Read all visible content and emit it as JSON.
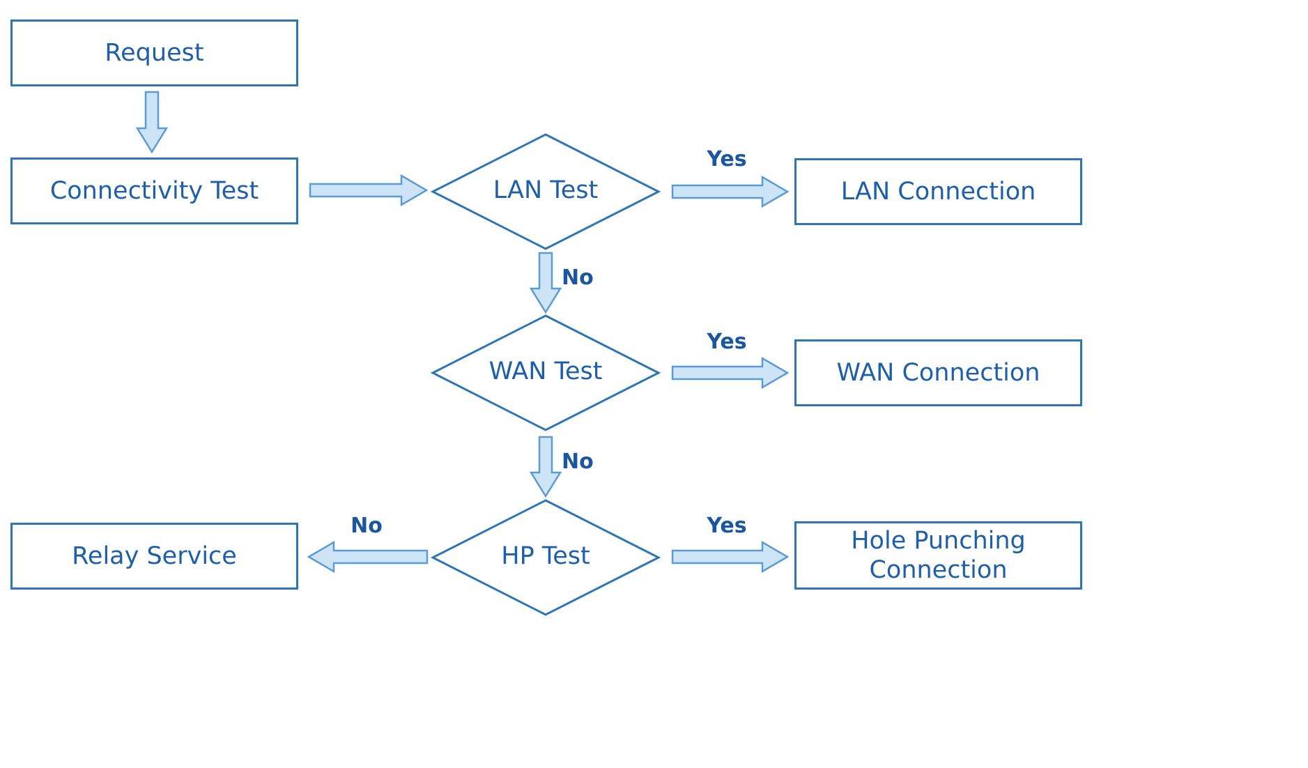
{
  "colors": {
    "node_border": "#2e75b6",
    "node_fill": "#ffffff",
    "node_text": "#1e5faa",
    "arrow_fill": "#cde4f7",
    "arrow_stroke": "#5b9bd5",
    "edge_label_text": "#1b57a0",
    "background": "#ffffff"
  },
  "nodes": {
    "request": {
      "label": "Request",
      "shape": "rectangle"
    },
    "connectivity_test": {
      "label": "Connectivity Test",
      "shape": "rectangle"
    },
    "lan_test": {
      "label": "LAN Test",
      "shape": "diamond"
    },
    "lan_connection": {
      "label": "LAN Connection",
      "shape": "rectangle"
    },
    "wan_test": {
      "label": "WAN Test",
      "shape": "diamond"
    },
    "wan_connection": {
      "label": "WAN Connection",
      "shape": "rectangle"
    },
    "hp_test": {
      "label": "HP Test",
      "shape": "diamond"
    },
    "hole_punching_connection": {
      "label": "Hole Punching Connection",
      "shape": "rectangle"
    },
    "relay_service": {
      "label": "Relay Service",
      "shape": "rectangle"
    }
  },
  "edge_labels": {
    "lan_yes": "Yes",
    "lan_no": "No",
    "wan_yes": "Yes",
    "wan_no": "No",
    "hp_yes": "Yes",
    "hp_no": "No"
  }
}
